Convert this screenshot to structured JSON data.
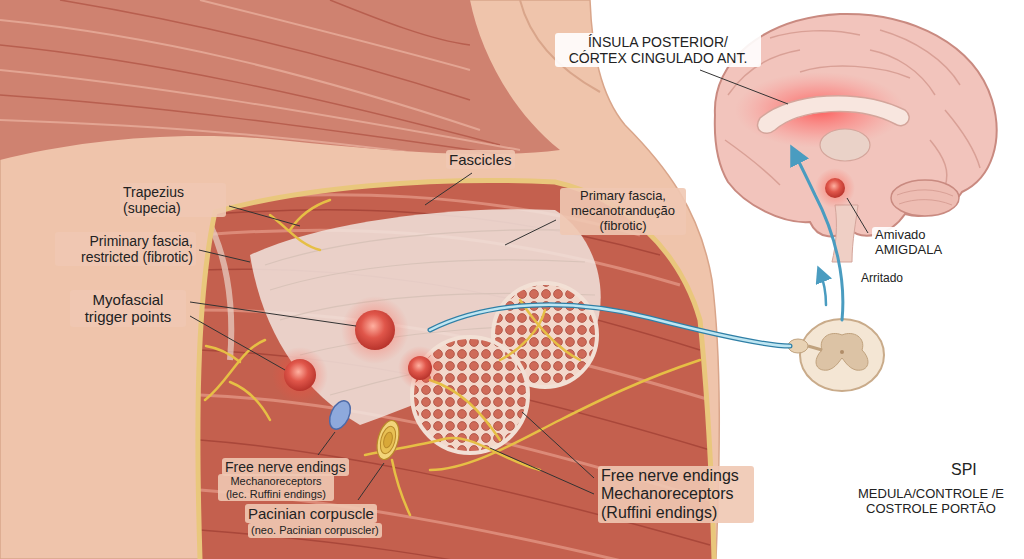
{
  "diagram": {
    "labels": [
      "ÍNSULA POSTERIOR/ CÓRTEX CINGULADO ANT.",
      "Trapezius (supecia)",
      "Fascicles",
      "Primary fascia, mecanotrandução (fibrotic)",
      "Priminary fascia, restricted (fibrotic)",
      "Amivado AMIGDALA",
      "Arritado",
      "Myofascial trigger points",
      "Free nerve endings",
      "Mechanoreceptors (lec. Ruffini endings)",
      "Pacinian corpuscle",
      "(neo. Pacinian corpuscler)",
      "Free nerve endings Mechanoreceptors (Ruffini endings)",
      "SPI",
      "MEDULA/CONTROLE /E COSTROLE PORTÃO"
    ]
  }
}
